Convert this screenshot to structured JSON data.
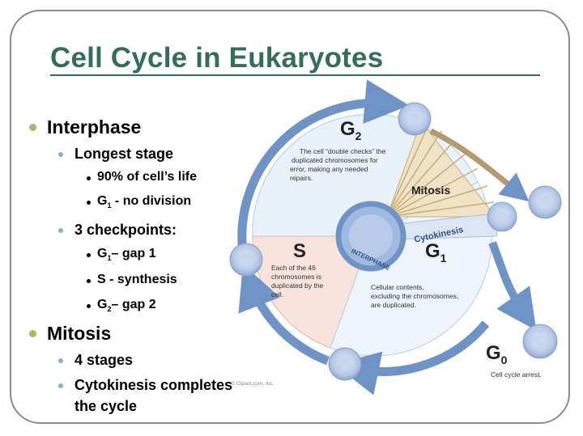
{
  "slide": {
    "title": "Cell Cycle in Eukaryotes"
  },
  "bullets": {
    "interphase": "Interphase",
    "longest_stage": "Longest stage",
    "life_pct": "90% of cell’s life",
    "g1_no_division_g": "G",
    "g1_no_division_sub": "1",
    "g1_no_division_rest": " - no division",
    "checkpoints": "3 checkpoints:",
    "cp1_g": "G",
    "cp1_sub": "1",
    "cp1_rest": "– gap 1",
    "cp2": "S - synthesis",
    "cp3_g": "G",
    "cp3_sub": "2",
    "cp3_rest": "– gap 2",
    "mitosis": "Mitosis",
    "four_stages": "4 stages",
    "cytokinesis_line1": "Cytokinesis completes",
    "cytokinesis_line2": "the cycle"
  },
  "diagram": {
    "g2_label": "G",
    "g2_sub": "2",
    "g2_desc": [
      "The cell “double checks” the",
      "duplicated chromosomes for",
      "error, making any needed",
      "repairs."
    ],
    "mitosis_label": "Mitosis",
    "cytokinesis_label": "Cytokinesis",
    "s_label": "S",
    "s_desc": [
      "Each of the 46",
      "chromosomes is",
      "duplicated by the",
      "cell."
    ],
    "g1_label": "G",
    "g1_sub": "1",
    "g1_desc": [
      "Cellular contents,",
      "excluding the chromosomes,",
      "are duplicated."
    ],
    "interphase_label": "INTERPHASE",
    "g0_label": "G",
    "g0_sub": "0",
    "g0_desc": "Cell cycle arrest.",
    "credit": "© Clipart.com, Inc."
  },
  "colors": {
    "title": "#356c5c",
    "arrow": "#6f93c4",
    "g2_fill": "#e9f2fb",
    "s_fill": "#f8e3dc",
    "mitosis_fill": "#efe3c6",
    "bullet_l1": "#a9b86a",
    "bullet_l2": "#7fb4c8"
  }
}
